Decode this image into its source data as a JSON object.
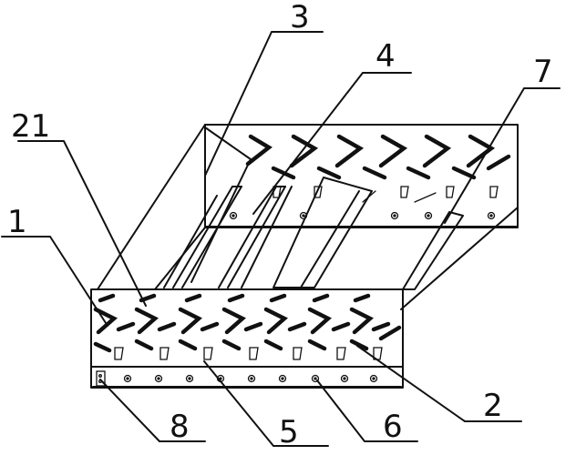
{
  "labels": {
    "l3": "3",
    "l4": "4",
    "l7": "7",
    "l21": "21",
    "l1": "1",
    "l2": "2",
    "l8": "8",
    "l5": "5",
    "l6": "6"
  }
}
